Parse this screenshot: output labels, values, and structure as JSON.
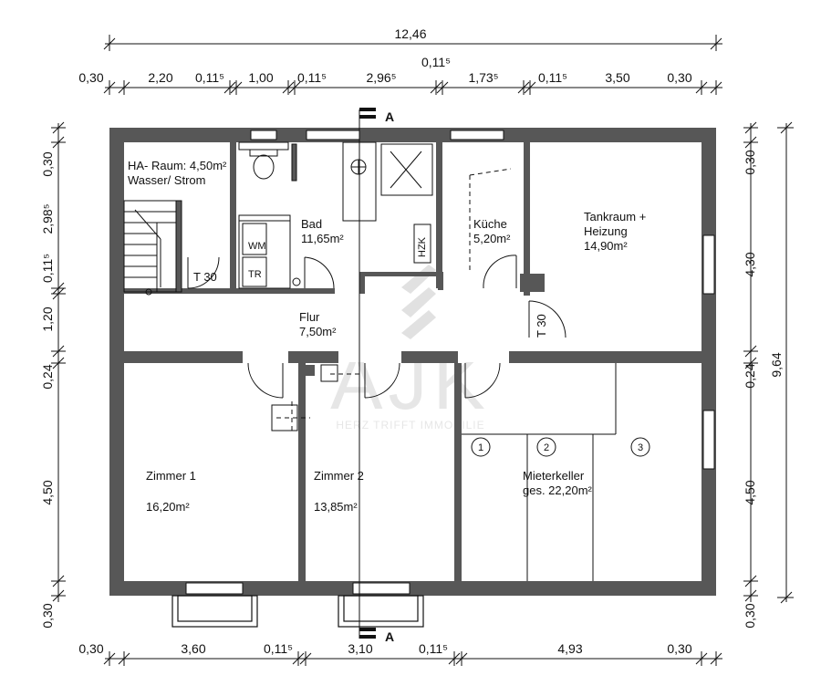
{
  "dimensions": {
    "total_width": "12,46",
    "top_row": [
      "0,30",
      "2,20",
      "0,11⁵",
      "1,00",
      "0,11⁵",
      "2,96⁵",
      "1,73⁵",
      "0,11⁵",
      "3,50",
      "0,30"
    ],
    "top_raised": "0,11⁵",
    "bottom_row": [
      "0,30",
      "3,60",
      "0,11⁵",
      "3,10",
      "0,11⁵",
      "4,93",
      "0,30"
    ],
    "left_column": [
      "0,30",
      "2,98⁵",
      "0,11⁵",
      "1,20",
      "0,24",
      "4,50",
      "0,30"
    ],
    "right_column": [
      "0,30",
      "4,30",
      "0,24",
      "4,50",
      "0,30"
    ],
    "total_height": "9,64"
  },
  "section_marker": {
    "letter": "A"
  },
  "rooms": {
    "ha_raum": {
      "line1": "HA- Raum: 4,50m²",
      "line2": "Wasser/ Strom"
    },
    "bad": {
      "name": "Bad",
      "area": "11,65m²"
    },
    "kueche": {
      "name": "Küche",
      "area": "5,20m²"
    },
    "tankraum": {
      "line1": "Tankraum +",
      "line2": "Heizung",
      "area": "14,90m²"
    },
    "flur": {
      "name": "Flur",
      "area": "7,50m²"
    },
    "zimmer1": {
      "name": "Zimmer 1",
      "area": "16,20m²"
    },
    "zimmer2": {
      "name": "Zimmer 2",
      "area": "13,85m²"
    },
    "mieterkeller": {
      "line1": "Mieterkeller",
      "line2": "ges. 22,20m²"
    }
  },
  "labels": {
    "door_t30_left": "T 30",
    "door_t30_right": "T 30",
    "wm": "WM",
    "tr": "TR",
    "hzk": "HZK",
    "cellar_numbers": [
      "1",
      "2",
      "3"
    ]
  },
  "watermark": {
    "logo": "AJK",
    "tagline": "HERZ TRIFFT IMMOBILIE"
  }
}
